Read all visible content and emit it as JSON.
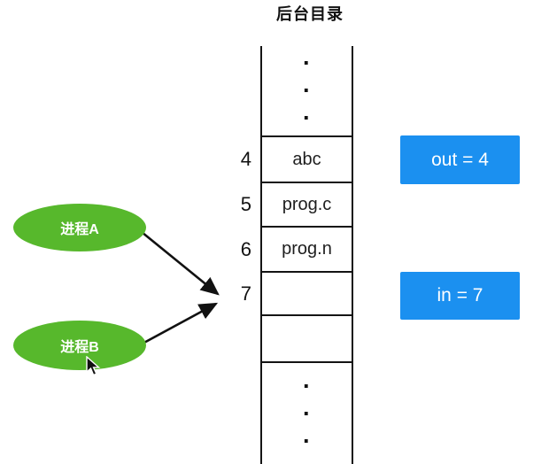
{
  "title": "后台目录",
  "directory_table": {
    "top_ellipsis": [
      "·",
      "·",
      "·"
    ],
    "rows": [
      {
        "index": "4",
        "value": "abc"
      },
      {
        "index": "5",
        "value": "prog.c"
      },
      {
        "index": "6",
        "value": "prog.n"
      },
      {
        "index": "7",
        "value": ""
      },
      {
        "index": "",
        "value": ""
      }
    ],
    "bottom_ellipsis": [
      "·",
      "·",
      "·"
    ]
  },
  "pointers": {
    "out_label": "out = 4",
    "in_label": "in = 7"
  },
  "processes": {
    "a_label": "进程A",
    "b_label": "进程B"
  },
  "colors": {
    "process_green": "#57b82c",
    "pointer_blue": "#1b90f0",
    "line_black": "#141414"
  }
}
